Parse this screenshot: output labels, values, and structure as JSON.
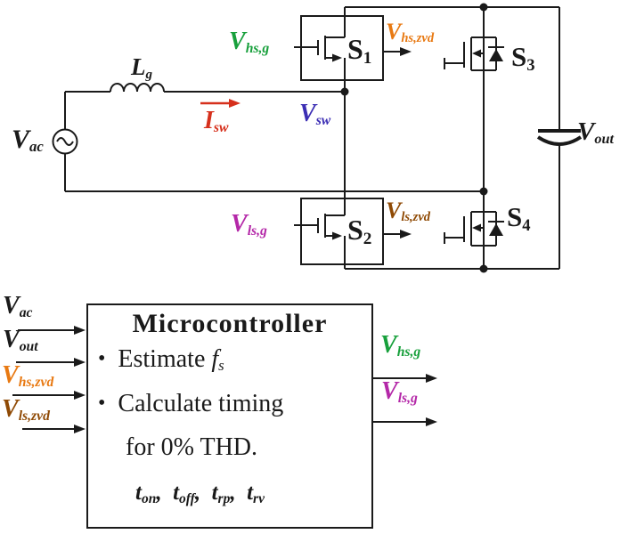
{
  "colors": {
    "green": "#18a03c",
    "magenta": "#b428a8",
    "orange": "#e87912",
    "brown": "#8f4a05",
    "red": "#d6301c",
    "blue": "#3c2eb4",
    "ink": "#1a1a1a"
  },
  "labels": {
    "vac": {
      "base": "V",
      "sub": "ac"
    },
    "lg": {
      "base": "L",
      "sub": "g"
    },
    "isw": {
      "base": "I",
      "sub": "sw"
    },
    "vsw": {
      "base": "V",
      "sub": "sw"
    },
    "vhsg": {
      "base": "V",
      "sub": "hs,g"
    },
    "vlsg": {
      "base": "V",
      "sub": "ls,g"
    },
    "vhszvd": {
      "base": "V",
      "sub": "hs,zvd"
    },
    "vlszvd": {
      "base": "V",
      "sub": "ls,zvd"
    },
    "vout": {
      "base": "V",
      "sub": "out"
    },
    "s1": {
      "base": "S",
      "sub": "1"
    },
    "s2": {
      "base": "S",
      "sub": "2"
    },
    "s3": {
      "base": "S",
      "sub": "3"
    },
    "s4": {
      "base": "S",
      "sub": "4"
    }
  },
  "mcu": {
    "title": "Microcontroller",
    "bullet": "•",
    "estimate": {
      "pre": "Estimate ",
      "var": "f",
      "sub": "s"
    },
    "calc_line1": "Calculate timing",
    "calc_line2": "for 0% THD.",
    "timing": [
      {
        "var": "t",
        "sub": "on",
        "sep": ",  "
      },
      {
        "var": "t",
        "sub": "off",
        "sep": ",  "
      },
      {
        "var": "t",
        "sub": "rp",
        "sep": ",  "
      },
      {
        "var": "t",
        "sub": "rv",
        "sep": ""
      }
    ]
  }
}
